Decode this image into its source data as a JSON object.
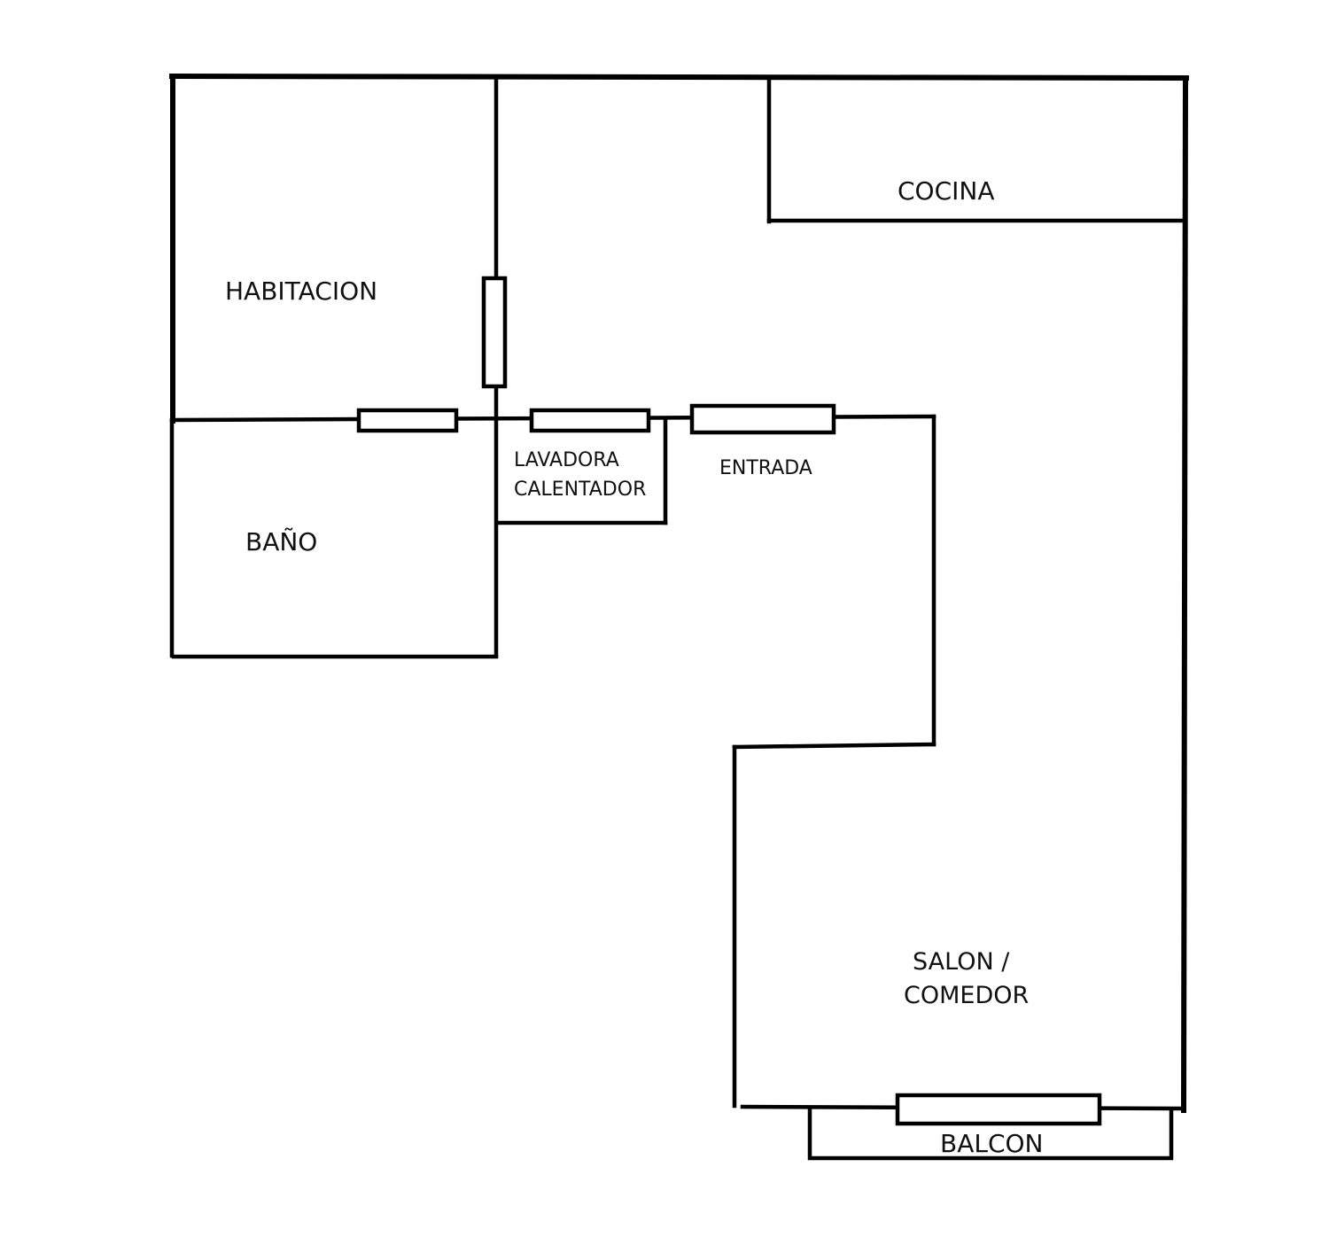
{
  "rooms": {
    "habitacion": "HABITACION",
    "cocina": "COCINA",
    "bano": "BAÑO",
    "lavadora": "LAVADORA",
    "calentador": "CALENTADOR",
    "entrada": "ENTRADA",
    "salon_line1": "SALON /",
    "salon_line2": "COMEDOR",
    "balcon": "BALCON"
  },
  "colors": {
    "wall": "#000000",
    "background": "#ffffff",
    "label": "#111111"
  }
}
